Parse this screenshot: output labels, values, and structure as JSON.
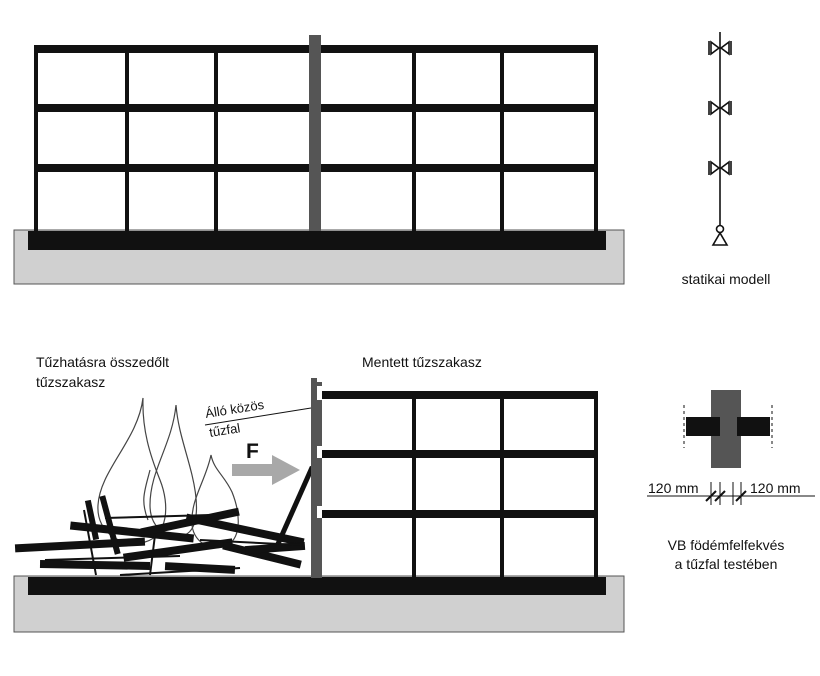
{
  "labels": {
    "static_model": "statikai modell",
    "collapsed_line1": "Tűzhatásra összedőlt",
    "collapsed_line2": "tűzszakasz",
    "saved": "Mentett tűzszakasz",
    "firewall_line1": "Álló közös",
    "firewall_line2": "tűzfal",
    "force": "F",
    "dim_left": "120 mm",
    "dim_right": "120 mm",
    "slab_line1": "VB födémfelfekvés",
    "slab_line2": "a tűzfal testében"
  },
  "colors": {
    "frame": "#111111",
    "firewall": "#555555",
    "ground": "#d0d0d0",
    "arrow": "#a8a8a8"
  }
}
